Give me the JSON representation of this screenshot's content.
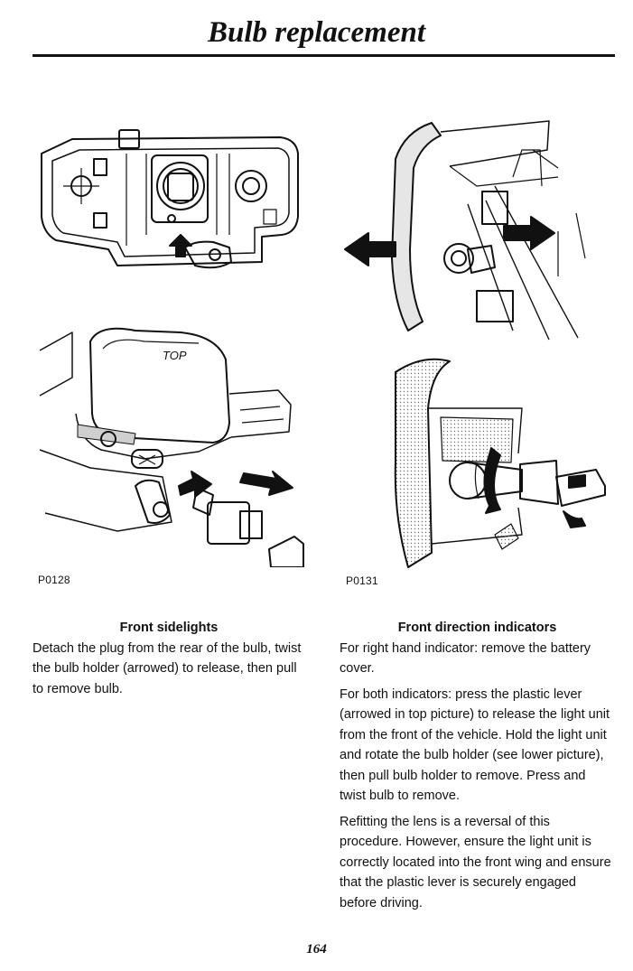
{
  "header": {
    "title": "Bulb replacement"
  },
  "figures": {
    "left_label": "P0128",
    "right_label": "P0131",
    "top_marking": "TOP"
  },
  "left_column": {
    "heading": "Front sidelights",
    "paragraphs": [
      "Detach the plug from the rear of the bulb, twist the bulb holder (arrowed) to release, then pull to remove bulb."
    ]
  },
  "right_column": {
    "heading": "Front direction indicators",
    "paragraphs": [
      "For right hand indicator: remove the battery cover.",
      "For both indicators: press the plastic lever (arrowed in top picture) to release the light unit from the front of the vehicle. Hold the light unit and rotate the bulb holder (see lower picture), then pull bulb holder to remove. Press and twist bulb to remove.",
      "Refitting the lens is a reversal of this procedure. However, ensure the light unit is correctly located into the front wing and ensure that the plastic lever is securely engaged before driving."
    ]
  },
  "footer": {
    "page_number": "164"
  }
}
